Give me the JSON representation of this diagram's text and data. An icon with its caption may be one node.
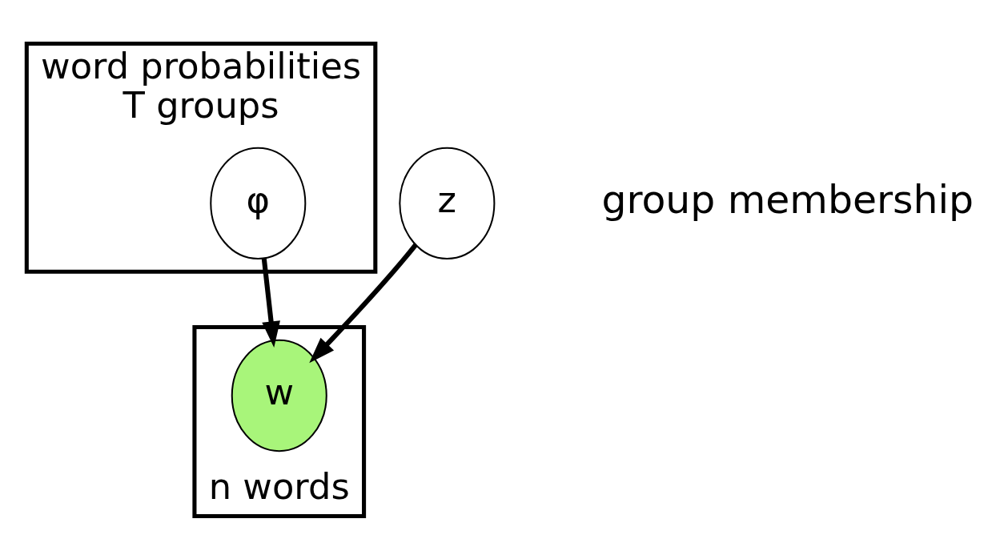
{
  "diagram": {
    "nodes": [
      {
        "text": [
          "word probabilities",
          "T groups"
        ]
      },
      {
        "text": [
          "φ"
        ],
        "in": 0
      },
      {
        "text": [
          "z"
        ]
      },
      {
        "text": [
          "n words"
        ]
      },
      {
        "text": [
          "w"
        ],
        "in": 3
      }
    ],
    "edges": [
      {
        "from": 1,
        "to": 4,
        "arrow": "to"
      },
      {
        "from": 2,
        "to": 4,
        "arrow": "to"
      }
    ],
    "labels": [
      "group membership"
    ]
  }
}
